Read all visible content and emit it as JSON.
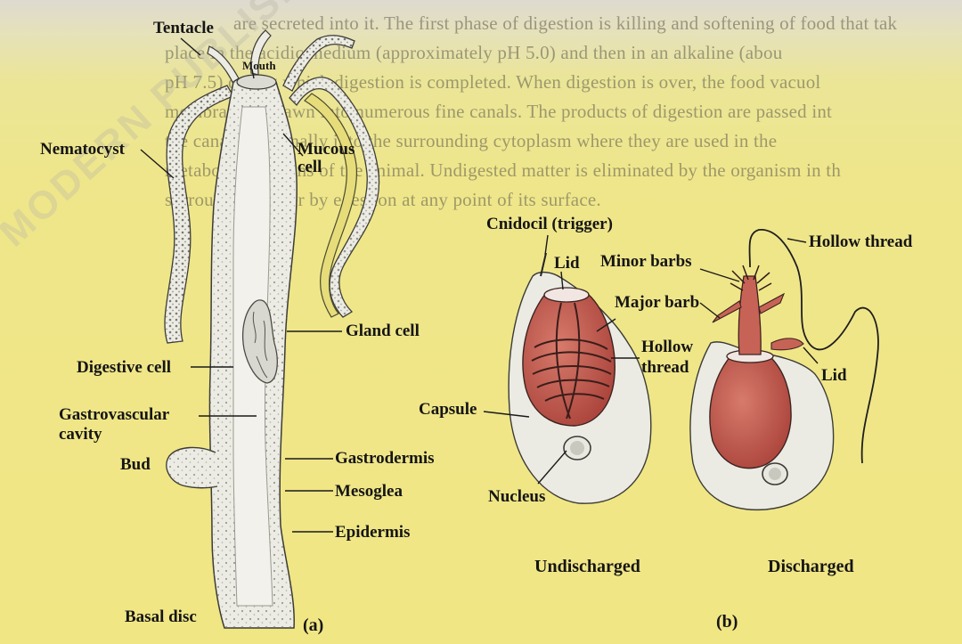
{
  "background_text": [
    "are secreted into it. The first phase of digestion is killing and softening of food that tak",
    "place in the acidic medium (approximately pH 5.0) and then in an alkaline (abou",
    "pH 7.5) during which digestion is completed. When digestion is over, the food vacuol",
    "membrane is drawn into numerous fine canals. The products of digestion are passed int",
    "the canals and finally into the surrounding cytoplasm where they are used in the",
    "metabolic reactions of the animal. Undigested matter is eliminated by the organism in th",
    "surrounding water by egestion at any point of its surface."
  ],
  "watermark": "MODERN PUBLISHERS",
  "panel_a": {
    "labels": {
      "tentacle": "Tentacle",
      "mouth": "Mouth",
      "nematocyst": "Nematocyst",
      "mucous_cell_1": "Mucous",
      "mucous_cell_2": "cell",
      "gland_cell": "Gland cell",
      "digestive_cell": "Digestive cell",
      "gastrovascular_1": "Gastrovascular",
      "gastrovascular_2": "cavity",
      "bud": "Bud",
      "gastrodermis": "Gastrodermis",
      "mesoglea": "Mesoglea",
      "epidermis": "Epidermis",
      "basal_disc": "Basal disc"
    },
    "caption": "(a)"
  },
  "panel_b": {
    "labels": {
      "cnidocil": "Cnidocil (trigger)",
      "lid_left": "Lid",
      "capsule": "Capsule",
      "nucleus": "Nucleus",
      "minor_barbs": "Minor barbs",
      "major_barb": "Major barb",
      "hollow_thread_left_1": "Hollow",
      "hollow_thread_left_2": "thread",
      "hollow_thread_right": "Hollow thread",
      "lid_right": "Lid",
      "undischarged": "Undischarged",
      "discharged": "Discharged"
    },
    "caption": "(b)"
  },
  "colors": {
    "background": "#efe68b",
    "body_fill": "#ecebe4",
    "capsule_fill": "#c2564a",
    "cell_fill": "#ecebe3",
    "ink": "#151515"
  }
}
